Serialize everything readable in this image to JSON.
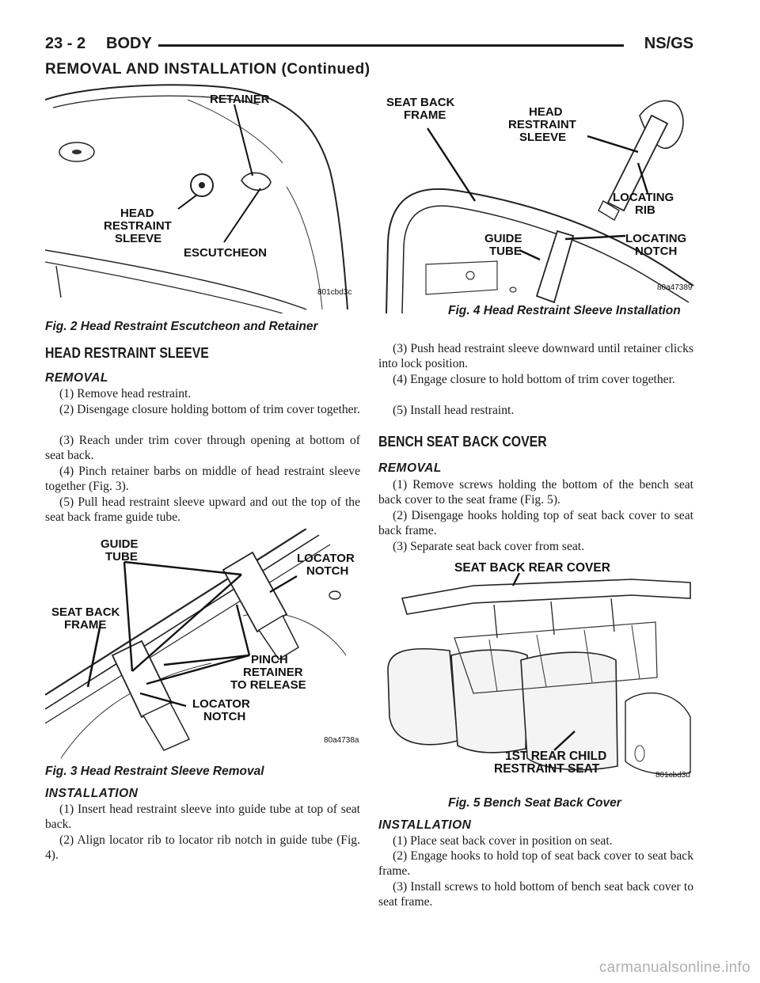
{
  "header": {
    "page_number": "23 - 2",
    "section_title": "BODY",
    "model_code": "NS/GS"
  },
  "continued_title": "REMOVAL AND INSTALLATION (Continued)",
  "figures": {
    "fig2": {
      "caption": "Fig. 2 Head Restraint Escutcheon and Retainer",
      "art_code": "801cbd3c",
      "labels": {
        "retainer": "RETAINER",
        "head_1": "HEAD",
        "head_2": "RESTRAINT",
        "head_3": "SLEEVE",
        "escutcheon": "ESCUTCHEON"
      }
    },
    "fig3": {
      "caption": "Fig. 3 Head Restraint Sleeve Removal",
      "art_code": "80a4738a",
      "labels": {
        "guide_1": "GUIDE",
        "guide_2": "TUBE",
        "locator_top_1": "LOCATOR",
        "locator_top_2": "NOTCH",
        "seat_1": "SEAT BACK",
        "seat_2": "FRAME",
        "pinch_1": "PINCH",
        "pinch_2": "RETAINER",
        "pinch_3": "TO RELEASE",
        "locator_bot_1": "LOCATOR",
        "locator_bot_2": "NOTCH"
      }
    },
    "fig4": {
      "caption": "Fig. 4 Head Restraint Sleeve Installation",
      "art_code": "80a47389",
      "labels": {
        "seat_1": "SEAT BACK",
        "seat_2": "FRAME",
        "head_1": "HEAD",
        "head_2": "RESTRAINT",
        "head_3": "SLEEVE",
        "rib_1": "LOCATING",
        "rib_2": "RIB",
        "guide_1": "GUIDE",
        "guide_2": "TUBE",
        "notch_1": "LOCATING",
        "notch_2": "NOTCH"
      }
    },
    "fig5": {
      "caption": "Fig. 5 Bench Seat Back Cover",
      "art_code": "801cbd3d",
      "labels": {
        "cover": "SEAT BACK REAR COVER",
        "child_1": "1ST REAR CHILD",
        "child_2": "RESTRAINT SEAT"
      }
    }
  },
  "left": {
    "section_title": "HEAD RESTRAINT SLEEVE",
    "removal_title": "REMOVAL",
    "removal_steps": [
      "(1) Remove head restraint.",
      "(2) Disengage closure holding bottom of trim cover together.",
      "(3) Reach under trim cover through opening at bottom of seat back.",
      "(4) Pinch retainer barbs on middle of head restraint sleeve together (Fig. 3).",
      "(5) Pull head restraint sleeve upward and out the top of the seat back frame guide tube."
    ],
    "installation_title": "INSTALLATION",
    "installation_steps": [
      "(1) Insert head restraint sleeve into guide tube at top of seat back.",
      "(2) Align locator rib to locator rib notch in guide tube (Fig. 4)."
    ]
  },
  "right": {
    "continued_steps": [
      "(3) Push head restraint sleeve downward until retainer clicks into lock position.",
      "(4) Engage closure to hold bottom of trim cover together.",
      "(5) Install head restraint."
    ],
    "section_title": "BENCH SEAT BACK COVER",
    "removal_title": "REMOVAL",
    "removal_steps": [
      "(1) Remove screws holding the bottom of the bench seat back cover to the seat frame (Fig. 5).",
      "(2) Disengage hooks holding top of seat back cover to seat back frame.",
      "(3) Separate seat back cover from seat."
    ],
    "installation_title": "INSTALLATION",
    "installation_steps": [
      "(1) Place seat back cover in position on seat.",
      "(2) Engage hooks to hold top of seat back cover to seat back frame.",
      "(3) Install screws to hold bottom of bench seat back cover to seat frame."
    ]
  },
  "watermark": "carmanualsonline.info"
}
